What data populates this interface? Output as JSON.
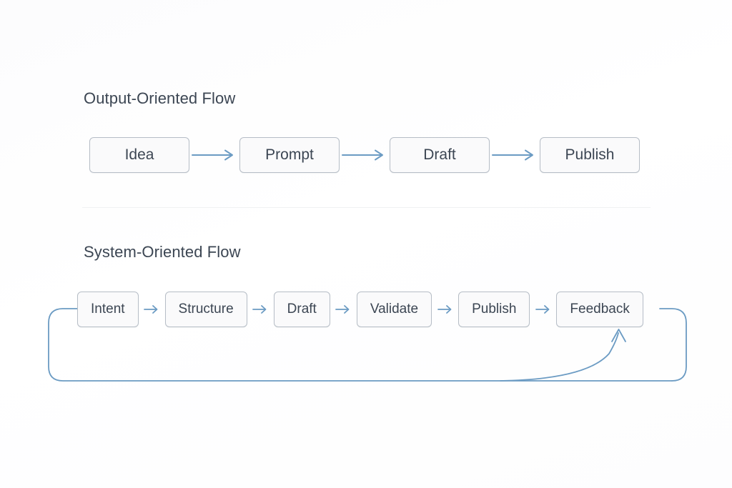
{
  "theme": {
    "background": "#ffffff",
    "node_fill": "#fafafb",
    "node_border": "#b6bdc6",
    "text_color": "#3c4653",
    "arrow_color": "#6b9bc3",
    "divider_color": "#f0f1f2"
  },
  "sections": [
    {
      "id": "output-oriented",
      "title": "Output-Oriented Flow",
      "nodes": [
        {
          "label": "Idea"
        },
        {
          "label": "Prompt"
        },
        {
          "label": "Draft"
        },
        {
          "label": "Publish"
        }
      ],
      "connectors": [
        {
          "icon": "arrow-right-icon"
        },
        {
          "icon": "arrow-right-icon"
        },
        {
          "icon": "arrow-right-icon"
        }
      ],
      "has_feedback_loop": false
    },
    {
      "id": "system-oriented",
      "title": "System-Oriented Flow",
      "nodes": [
        {
          "label": "Intent"
        },
        {
          "label": "Structure"
        },
        {
          "label": "Draft"
        },
        {
          "label": "Validate"
        },
        {
          "label": "Publish"
        },
        {
          "label": "Feedback"
        }
      ],
      "connectors": [
        {
          "icon": "arrow-right-icon"
        },
        {
          "icon": "arrow-right-icon"
        },
        {
          "icon": "arrow-right-icon"
        },
        {
          "icon": "arrow-right-icon"
        },
        {
          "icon": "arrow-right-icon"
        }
      ],
      "has_feedback_loop": true,
      "feedback_loop": {
        "icon": "feedback-loop-icon",
        "from_node": "Feedback",
        "to_node": "Feedback"
      }
    }
  ]
}
